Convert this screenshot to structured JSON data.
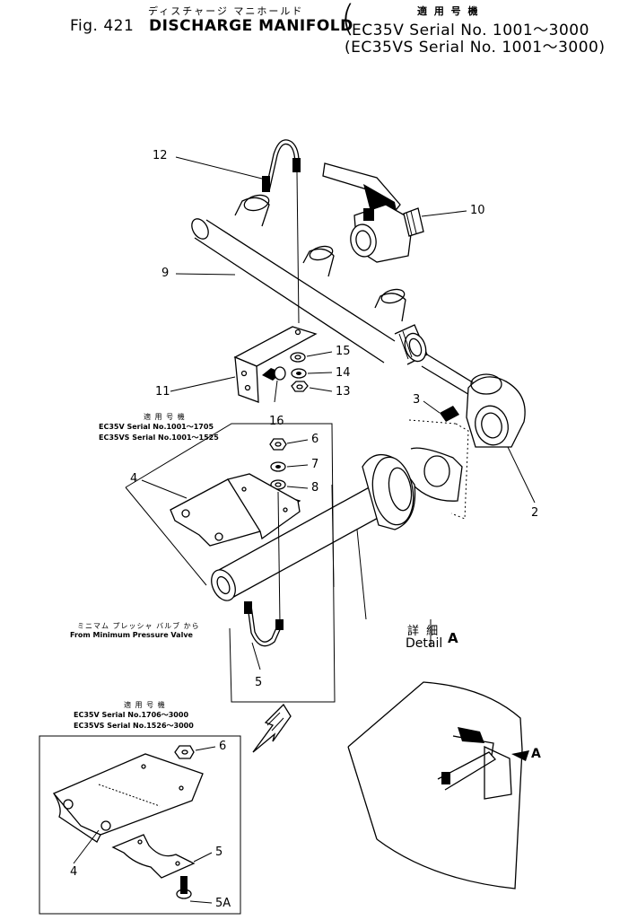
{
  "header": {
    "title_jp": "ディスチャージ マニホールド",
    "fig_label": "Fig. 421",
    "title_en": "DISCHARGE MANIFOLD",
    "applicable_jp": "適 用 号 機",
    "serial_line_1": "EC35V    Serial No. 1001～3000",
    "serial_line_2": "(EC35VS  Serial No. 1001～3000)",
    "paren_open": "("
  },
  "top_note": {
    "applicable_jp": "適 用 号 機",
    "line_1": "EC35V    Serial No.1001～1705",
    "line_2": "EC35VS   Serial No.1001～1525"
  },
  "bottom_note": {
    "applicable_jp": "適 用 号 機",
    "line_1": "EC35V    Serial No.1706～3000",
    "line_2": "EC35VS   Serial No.1526～3000"
  },
  "from_label": {
    "jp": "ミニマム プレッシャ バルブ から",
    "en": "From Minimum Pressure Valve"
  },
  "detail_label": {
    "jp": "詳 細",
    "en": "Detail",
    "letter": "A"
  },
  "view_arrow_label": "A",
  "callouts": {
    "c12": "12",
    "c10": "10",
    "c9": "9",
    "c15": "15",
    "c14": "14",
    "c13": "13",
    "c11": "11",
    "c16": "16",
    "c3": "3",
    "c6": "6",
    "c7": "7",
    "c8": "8",
    "c4": "4",
    "c2": "2",
    "c5": "5",
    "b6": "6",
    "b5": "5",
    "b4": "4",
    "b5a": "5A"
  }
}
